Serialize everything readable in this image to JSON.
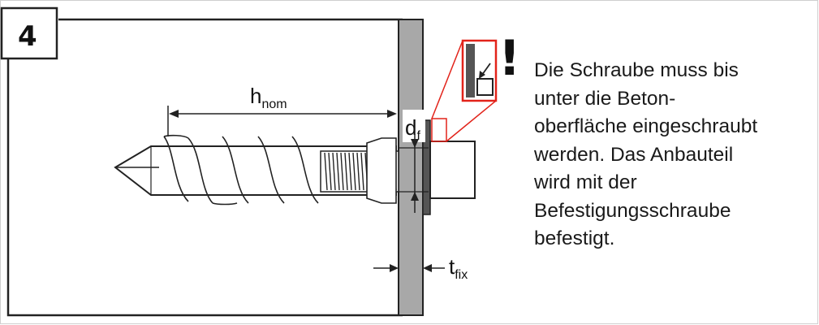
{
  "step": "4",
  "dimensions": {
    "h_base": "h",
    "h_sub": "nom",
    "d_base": "d",
    "d_sub": "f",
    "t_base": "t",
    "t_sub": "fix"
  },
  "warning_symbol": "!",
  "description_lines": [
    "Die Schraube muss bis",
    "unter die Beton-",
    "oberfläche eingeschraubt",
    "werden. Das Anbauteil",
    "wird mit der",
    "Befestigungsschraube",
    "befestigt."
  ],
  "colors": {
    "plate": "#a8a8a8",
    "concrete_bg": "#ffffff",
    "detail_frame": "#e2231a",
    "outline": "#222222",
    "washer": "#555555"
  }
}
